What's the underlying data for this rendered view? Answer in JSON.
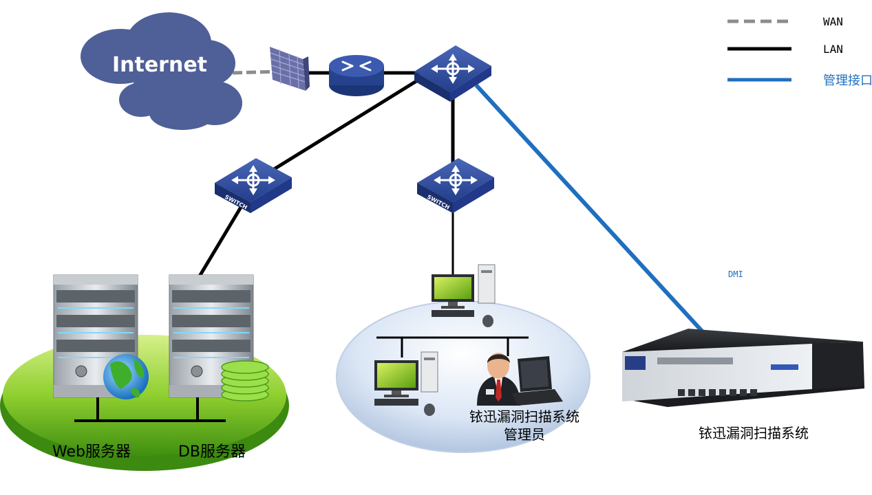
{
  "legend": {
    "wan_label": "WAN",
    "lan_label": "LAN",
    "mgmt_label": "管理接口",
    "wan_color": "#8c8c8c",
    "lan_color": "#000000",
    "mgmt_color": "#1f6fbf"
  },
  "cloud": {
    "label": "Internet",
    "color": "#4f5f97"
  },
  "switches": {
    "left_label": "SWITCH",
    "middle_label": "SWITCH"
  },
  "labels": {
    "dmi": "DMI",
    "web_server": "Web服务器",
    "db_server": "DB服务器",
    "admin_line1": "铱迅漏洞扫描系统",
    "admin_line2": "管理员",
    "scanner": "铱迅漏洞扫描系统"
  },
  "icons": {
    "firewall": "firewall-icon",
    "router": "router-icon",
    "core_switch": "core-switch-icon",
    "switch": "switch-icon",
    "server": "server-tower-icon",
    "globe": "globe-icon",
    "database": "database-icon",
    "pc": "desktop-computer-icon",
    "admin": "administrator-icon",
    "laptop": "laptop-icon",
    "appliance": "rack-appliance-icon"
  }
}
